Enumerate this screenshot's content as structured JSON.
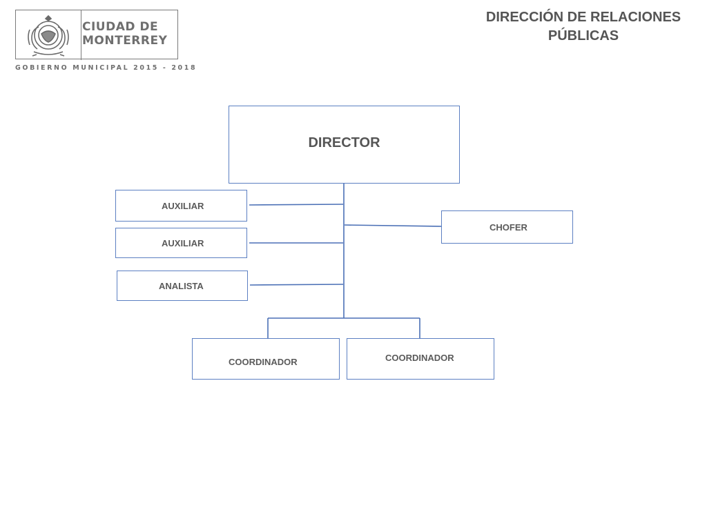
{
  "header": {
    "city_name_line1": "CIUDAD DE",
    "city_name_line2": "MONTERREY",
    "government_line": "GOBIERNO MUNICIPAL 2015 - 2018",
    "title_line1": "DIRECCIÓN DE RELACIONES",
    "title_line2": "PÚBLICAS"
  },
  "org_chart": {
    "director": "DIRECTOR",
    "auxiliar_1": "AUXILIAR",
    "auxiliar_2": "AUXILIAR",
    "analista": "ANALISTA",
    "chofer": "CHOFER",
    "coordinador_1": "COORDINADOR",
    "coordinador_2": "COORDINADOR"
  },
  "colors": {
    "node_border": "#5b7fc2",
    "connector": "#4a6fb5",
    "text": "#5a5a5a",
    "logo_gray": "#6f6f6f"
  }
}
